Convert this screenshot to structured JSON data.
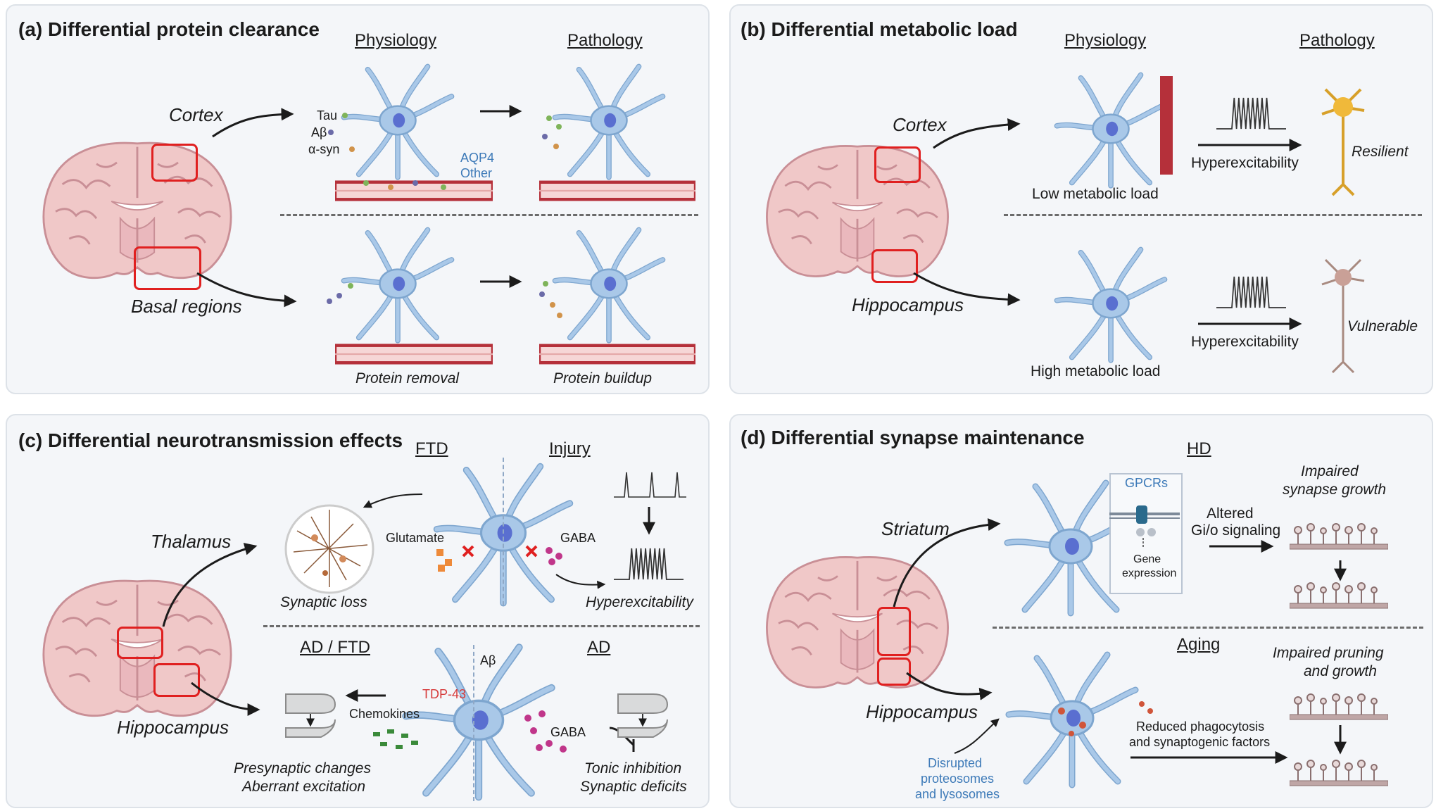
{
  "panels": {
    "a": {
      "title": "(a) Differential protein clearance",
      "heading_physiology": "Physiology",
      "heading_pathology": "Pathology",
      "region_cortex": "Cortex",
      "region_basal": "Basal regions",
      "label_tau": "Tau",
      "label_abeta": "Aβ",
      "label_asyn": "α-syn",
      "label_aqp4": "AQP4",
      "label_other": "Other",
      "caption_removal": "Protein removal",
      "caption_buildup": "Protein buildup"
    },
    "b": {
      "title": "(b)  Differential metabolic load",
      "heading_physiology": "Physiology",
      "heading_pathology": "Pathology",
      "region_cortex": "Cortex",
      "region_hippocampus": "Hippocampus",
      "caption_low": "Low metabolic load",
      "caption_high": "High metabolic load",
      "hyperexcitability_top": "Hyperexcitability",
      "hyperexcitability_bottom": "Hyperexcitability",
      "resilient": "Resilient",
      "vulnerable": "Vulnerable"
    },
    "c": {
      "title": "(c)  Differential neurotransmission effects",
      "heading_ftd": "FTD",
      "heading_injury": "Injury",
      "heading_ad_ftd": "AD / FTD",
      "heading_ad": "AD",
      "region_thalamus": "Thalamus",
      "region_hippocampus": "Hippocampus",
      "synaptic_loss": "Synaptic loss",
      "glutamate": "Glutamate",
      "gaba_top": "GABA",
      "hyperexcitability": "Hyperexcitability",
      "tdp43": "TDP-43",
      "abeta": "Aβ",
      "chemokines": "Chemokines",
      "gaba_bottom": "GABA",
      "presynaptic_line1": "Presynaptic changes",
      "presynaptic_line2": "Aberrant excitation",
      "tonic_line1": "Tonic inhibition",
      "tonic_line2": "Synaptic deficits"
    },
    "d": {
      "title": "(d)  Differential synapse maintenance",
      "heading_hd": "HD",
      "heading_aging": "Aging",
      "region_striatum": "Striatum",
      "region_hippocampus": "Hippocampus",
      "gpcrs": "GPCRs",
      "gene_line1": "Gene",
      "gene_line2": "expression",
      "altered_line1": "Altered",
      "altered_line2": "Gi/o signaling",
      "impaired_growth_line1": "Impaired",
      "impaired_growth_line2": "synapse growth",
      "impaired_pruning_line1": "Impaired pruning",
      "impaired_pruning_line2": "and growth",
      "disrupted_line1": "Disrupted",
      "disrupted_line2": "proteosomes",
      "disrupted_line3": "and lysosomes",
      "reduced_line1": "Reduced phagocytosis",
      "reduced_line2": "and synaptogenic factors"
    }
  },
  "colors": {
    "panel_bg": "#f4f6f9",
    "brain": "#f0c8c8",
    "astrocyte": "#a9c8e8",
    "highlight_box": "#e02020",
    "vessel": "#b5303a",
    "text_blue": "#3d7ab8"
  },
  "icons": [
    "brain-icon",
    "astrocyte-icon",
    "blood-vessel-icon",
    "neuron-icon",
    "synapse-icon",
    "spike-train-icon",
    "arrow-icon",
    "gpcr-icon"
  ]
}
